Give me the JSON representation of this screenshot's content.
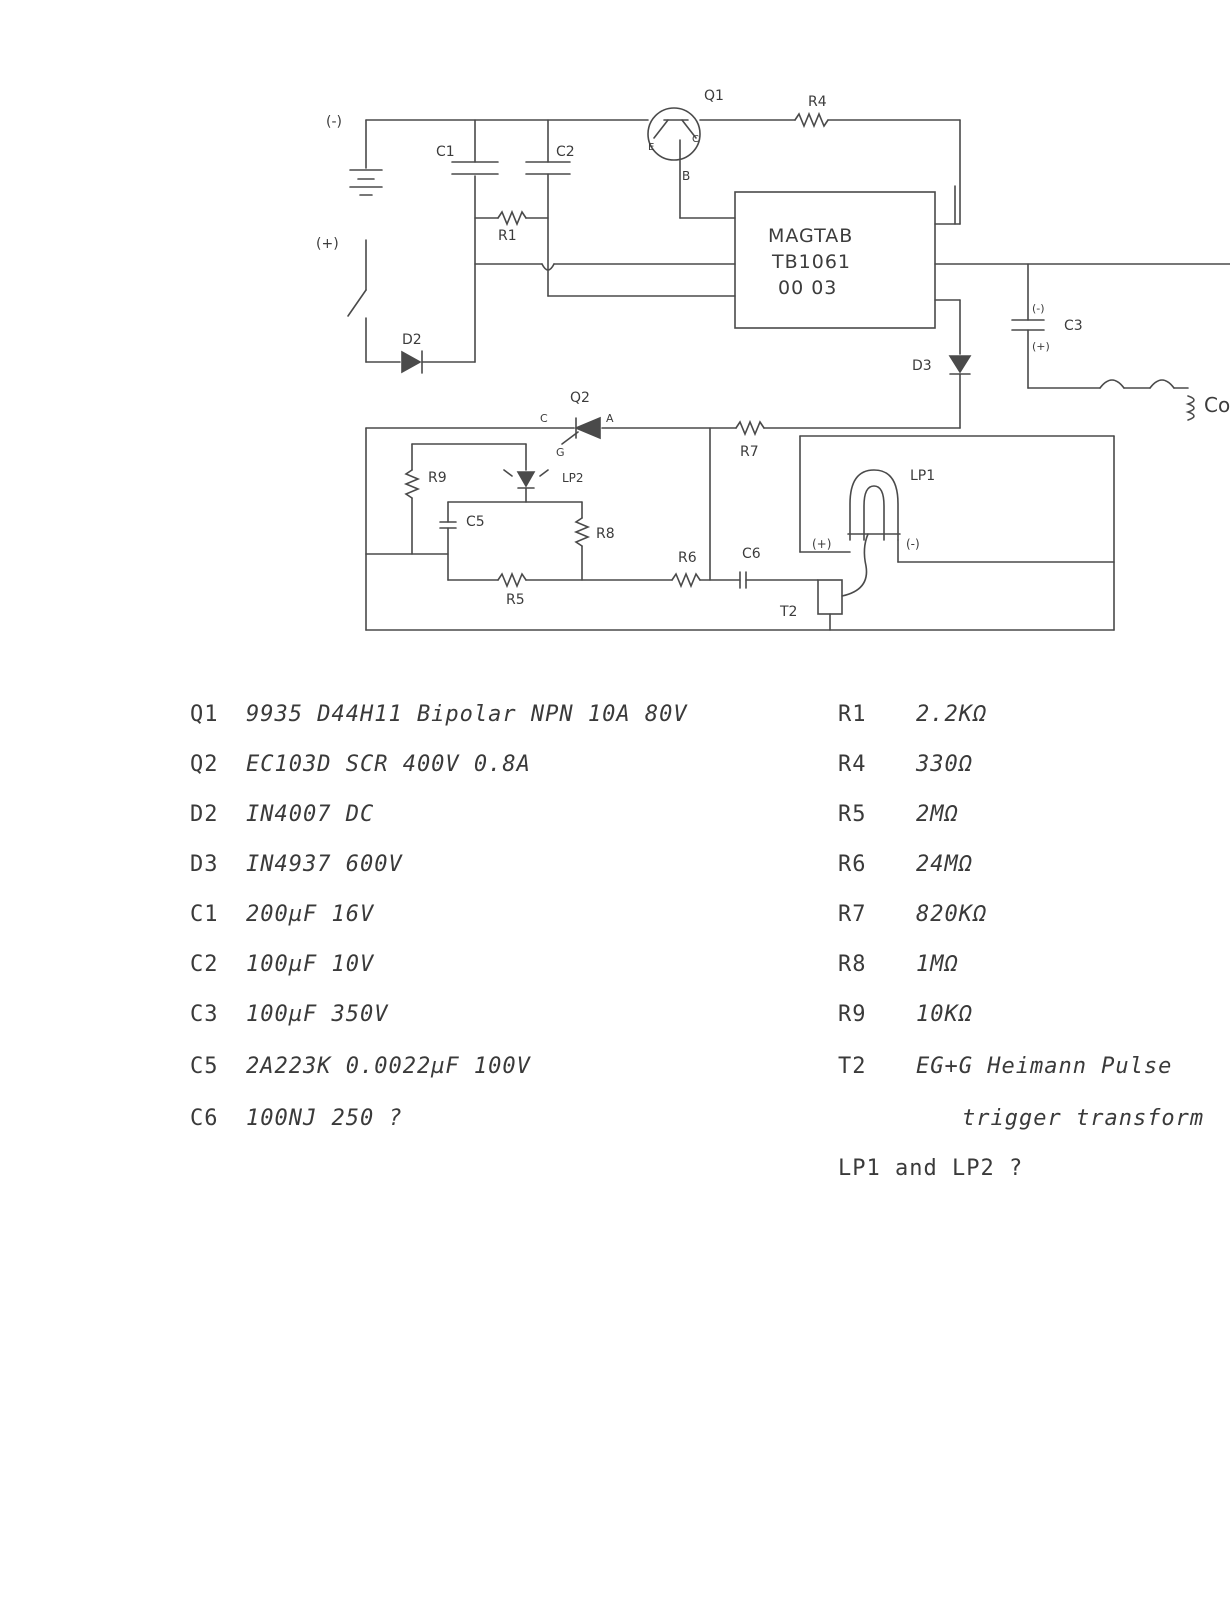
{
  "schematic": {
    "labels": {
      "neg_terminal": "(-)",
      "pos_terminal": "(+)",
      "c1": "C1",
      "c2": "C2",
      "r1": "R1",
      "q1": "Q1",
      "q1_e": "E",
      "q1_c": "C",
      "q1_b": "B",
      "r4": "R4",
      "chip_line1": "MAGTAB",
      "chip_line2": "TB1061",
      "chip_line3": "00 03",
      "c3": "C3",
      "c3_neg": "(-)",
      "c3_pos": "(+)",
      "d2": "D2",
      "d3": "D3",
      "coil": "Co",
      "q2": "Q2",
      "q2_c": "C",
      "q2_a": "A",
      "q2_g": "G",
      "r7": "R7",
      "r9": "R9",
      "lp2": "LP2",
      "lp1": "LP1",
      "lp1_pos": "(+)",
      "lp1_neg": "(-)",
      "c5": "C5",
      "r8": "R8",
      "r5": "R5",
      "r6": "R6",
      "c6": "C6",
      "t2": "T2"
    }
  },
  "parts_left": [
    {
      "ref": "Q1",
      "desc": "9935 D44H11 Bipolar NPN 10A 80V"
    },
    {
      "ref": "Q2",
      "desc": "EC103D SCR 400V 0.8A"
    },
    {
      "ref": "D2",
      "desc": "IN4007 DC"
    },
    {
      "ref": "D3",
      "desc": "IN4937 600V"
    },
    {
      "ref": "C1",
      "desc": "200µF 16V"
    },
    {
      "ref": "C2",
      "desc": "100µF 10V"
    },
    {
      "ref": "C3",
      "desc": "100µF 350V"
    },
    {
      "ref": "C5",
      "desc": "2A223K 0.0022µF 100V"
    },
    {
      "ref": "C6",
      "desc": "100NJ 250 ?"
    }
  ],
  "parts_right": [
    {
      "ref": "R1",
      "desc": "2.2KΩ"
    },
    {
      "ref": "R4",
      "desc": "330Ω"
    },
    {
      "ref": "R5",
      "desc": "2MΩ"
    },
    {
      "ref": "R6",
      "desc": "24MΩ"
    },
    {
      "ref": "R7",
      "desc": "820KΩ"
    },
    {
      "ref": "R8",
      "desc": "1MΩ"
    },
    {
      "ref": "R9",
      "desc": "10KΩ"
    },
    {
      "ref": "T2",
      "desc": "EG+G Heimann Pulse"
    }
  ],
  "parts_extra": {
    "t2_line2": "trigger transform",
    "lp_note": "LP1 and LP2 ?"
  }
}
